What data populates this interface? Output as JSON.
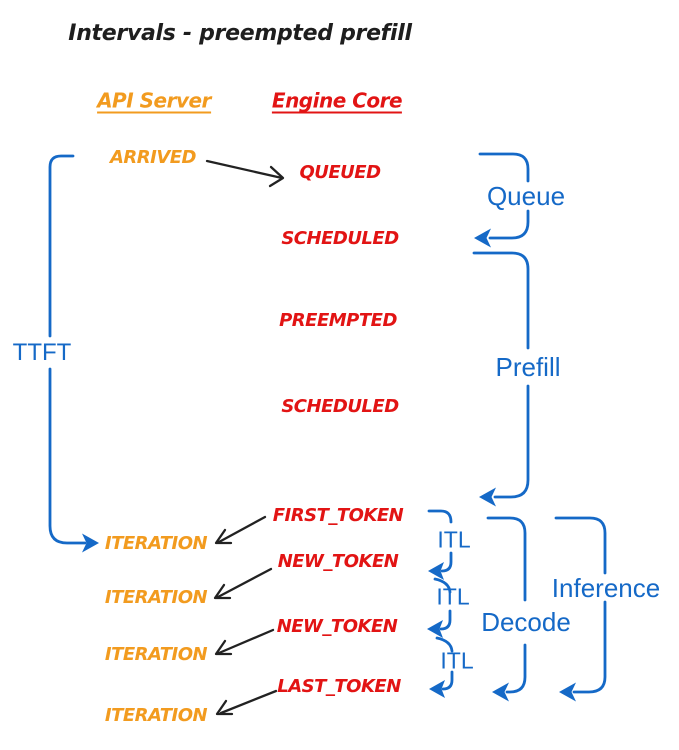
{
  "title": "Intervals - preempted prefill",
  "columns": {
    "api_server": "API Server",
    "engine_core": "Engine Core"
  },
  "api_events": [
    "ARRIVED",
    "ITERATION",
    "ITERATION",
    "ITERATION",
    "ITERATION"
  ],
  "engine_events": [
    "QUEUED",
    "SCHEDULED",
    "PREEMPTED",
    "SCHEDULED",
    "FIRST_TOKEN",
    "NEW_TOKEN",
    "NEW_TOKEN",
    "LAST_TOKEN"
  ],
  "intervals": {
    "ttft": "TTFT",
    "queue": "Queue",
    "prefill": "Prefill",
    "itl": "ITL",
    "decode": "Decode",
    "inference": "Inference"
  },
  "colors": {
    "api_orange": "#F29B1F",
    "engine_red": "#E21414",
    "interval_blue": "#1569C7",
    "arrow_black": "#222222",
    "background": "#FFFFFF"
  }
}
